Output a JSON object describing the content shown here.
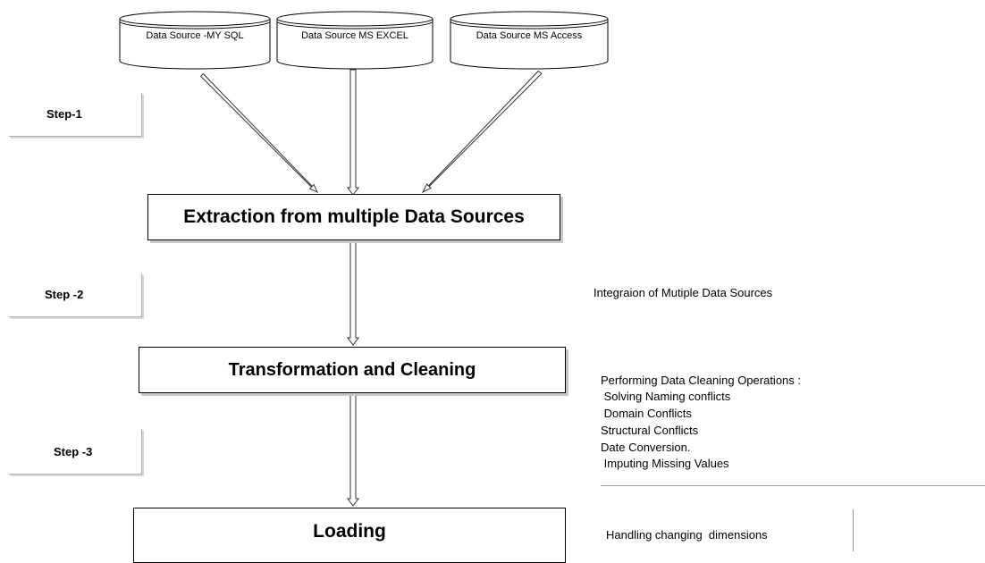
{
  "sources": [
    {
      "label": "Data Source -MY SQL"
    },
    {
      "label": "Data Source MS EXCEL"
    },
    {
      "label": "Data Source MS Access"
    }
  ],
  "steps": [
    {
      "label": "Step-1"
    },
    {
      "label": "Step -2"
    },
    {
      "label": "Step -3"
    }
  ],
  "processes": {
    "extraction": "Extraction from multiple Data Sources",
    "transformation": "Transformation and Cleaning",
    "loading": "Loading"
  },
  "notes": {
    "integration": "Integraion of Mutiple Data Sources",
    "cleaning": [
      "Performing Data Cleaning Operations :",
      " Solving Naming conflicts",
      " Domain Conflicts",
      "Structural Conflicts",
      "Date Conversion.",
      " Imputing Missing Values"
    ],
    "loading": "Handling changing  dimensions"
  }
}
